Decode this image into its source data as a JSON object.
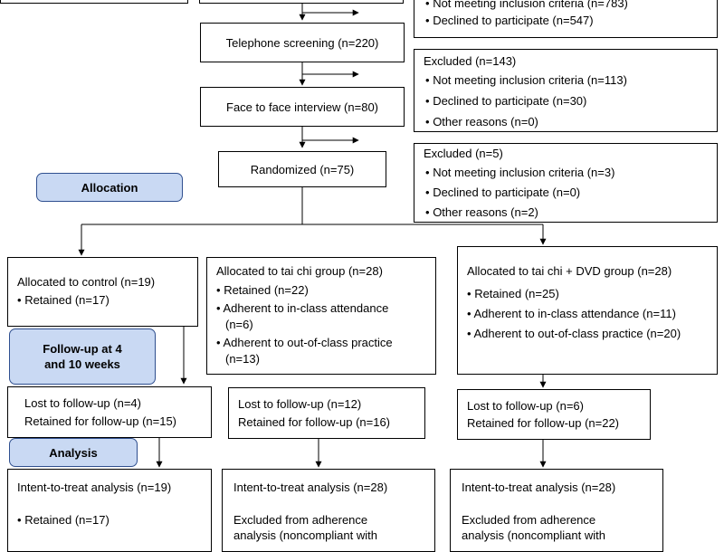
{
  "enrollment": {
    "excluded1": {
      "not_meeting_partial": "Not meeting inclusion criteria (n=783)",
      "declined": "Declined to participate (n=547)"
    },
    "telephone": "Telephone screening (n=220)",
    "excluded2": {
      "title": "Excluded (n=143)",
      "items": [
        "Not meeting inclusion criteria (n=113)",
        "Declined to participate (n=30)",
        "Other reasons (n=0)"
      ]
    },
    "interview": "Face to face interview (n=80)",
    "excluded3": {
      "title": "Excluded (n=5)",
      "items": [
        "Not meeting inclusion criteria (n=3)",
        "Declined to participate (n=0)",
        "Other reasons (n=2)"
      ]
    },
    "randomized": "Randomized (n=75)"
  },
  "stage_labels": {
    "allocation": "Allocation",
    "followup_line1": "Follow-up at 4",
    "followup_line2": "and 10 weeks",
    "analysis": "Analysis"
  },
  "groups": [
    {
      "allocated": "Allocated to control (n=19)",
      "items": [
        "Retained (n=17)"
      ],
      "lost": "Lost to follow-up (n=4)",
      "retained_followup": "Retained for follow-up (n=15)",
      "itt": "Intent-to-treat analysis (n=19)",
      "analysis_item": "Retained (n=17)"
    },
    {
      "allocated": "Allocated to tai chi group (n=28)",
      "items": [
        "Retained (n=22)",
        "Adherent to in-class attendance",
        "(n=6)",
        "Adherent to out-of-class practice",
        "(n=13)"
      ],
      "lost": "Lost to follow-up (n=12)",
      "retained_followup": "Retained for follow-up (n=16)",
      "itt": "Intent-to-treat analysis (n=28)",
      "excl_line1": "Excluded from adherence",
      "excl_line2": "analysis (noncompliant with"
    },
    {
      "allocated": "Allocated to tai chi + DVD group (n=28)",
      "items": [
        "Retained (n=25)",
        "Adherent to in-class attendance (n=11)",
        "Adherent to out-of-class practice (n=20)"
      ],
      "lost": "Lost to follow-up (n=6)",
      "retained_followup": "Retained for follow-up (n=22)",
      "itt": "Intent-to-treat analysis (n=28)",
      "excl_line1": "Excluded from adherence",
      "excl_line2": "analysis (noncompliant with"
    }
  ],
  "bullet": "•",
  "colors": {
    "stage_fill": "#c9d9f3",
    "stage_border": "#2f4f8f",
    "line": "#000000"
  }
}
